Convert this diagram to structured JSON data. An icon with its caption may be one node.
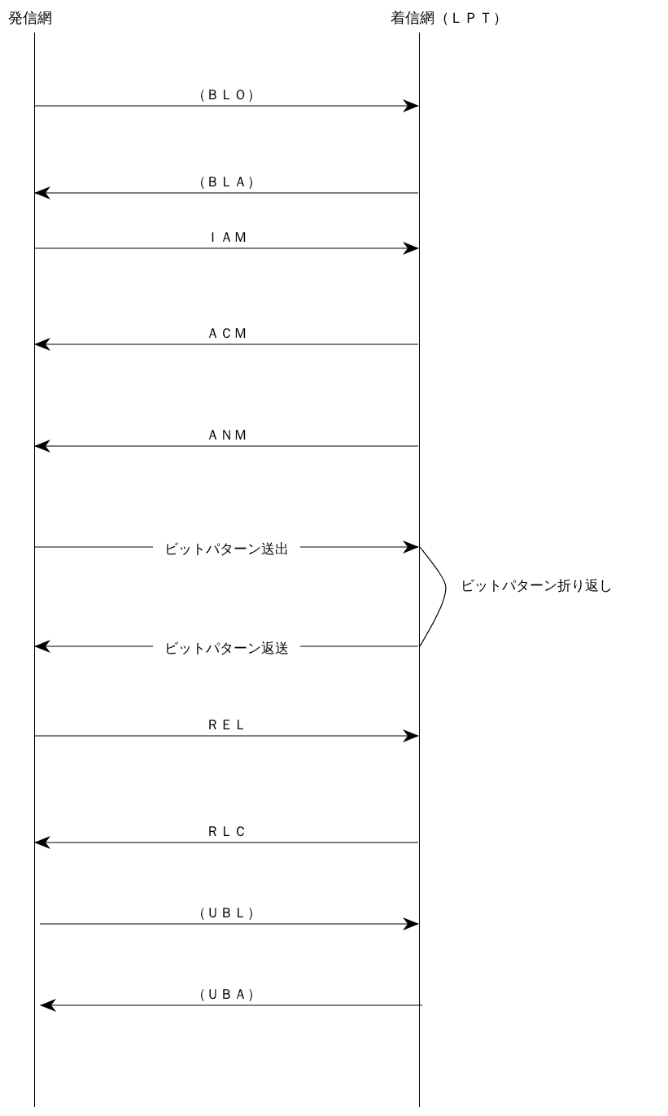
{
  "diagram": {
    "nodes": [
      {
        "text": [
          "発信網"
        ]
      },
      {
        "text": [
          "着信網（ＬＰＴ）"
        ]
      }
    ],
    "edges": [
      {
        "from": 0,
        "to": 1,
        "arrow": "to",
        "label": "（ＢＬＯ）"
      },
      {
        "from": 1,
        "to": 0,
        "arrow": "to",
        "label": "（ＢＬＡ）"
      },
      {
        "from": 0,
        "to": 1,
        "arrow": "to",
        "label": "ＩＡＭ"
      },
      {
        "from": 1,
        "to": 0,
        "arrow": "to",
        "label": "ＡＣＭ"
      },
      {
        "from": 1,
        "to": 0,
        "arrow": "to",
        "label": "ＡＮＭ"
      },
      {
        "from": 0,
        "to": 1,
        "arrow": "to",
        "label": "ビットパターン送出"
      },
      {
        "from": 1,
        "to": 0,
        "arrow": "to",
        "label": "ビットパターン返送"
      },
      {
        "from": 0,
        "to": 1,
        "arrow": "to",
        "label": "ＲＥＬ"
      },
      {
        "from": 1,
        "to": 0,
        "arrow": "to",
        "label": "ＲＬＣ"
      },
      {
        "from": 0,
        "to": 1,
        "arrow": "to",
        "label": "（ＵＢＬ）"
      },
      {
        "from": 1,
        "to": 0,
        "arrow": "to",
        "label": "（ＵＢＡ）"
      }
    ],
    "labels": [
      "ビットパターン折り返し"
    ]
  }
}
